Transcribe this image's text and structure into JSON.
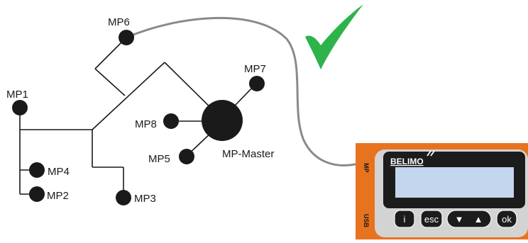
{
  "diagram": {
    "master_label": "MP-Master",
    "nodes": [
      {
        "id": "mp1",
        "label": "MP1"
      },
      {
        "id": "mp2",
        "label": "MP2"
      },
      {
        "id": "mp3",
        "label": "MP3"
      },
      {
        "id": "mp4",
        "label": "MP4"
      },
      {
        "id": "mp5",
        "label": "MP5"
      },
      {
        "id": "mp6",
        "label": "MP6"
      },
      {
        "id": "mp7",
        "label": "MP7"
      },
      {
        "id": "mp8",
        "label": "MP8"
      }
    ],
    "check_icon": "checkmark-icon",
    "check_color": "#2db34a"
  },
  "device": {
    "brand": "BELIMO",
    "port_mp": "MP",
    "port_usb": "USB",
    "buttons": {
      "info": "i",
      "esc": "esc",
      "down": "▼",
      "up": "▲",
      "ok": "ok"
    },
    "colors": {
      "housing": "#e8731e",
      "faceplate": "#d3d3d3",
      "bezel": "#1c1c1c",
      "screen": "#c4d6ee"
    }
  }
}
